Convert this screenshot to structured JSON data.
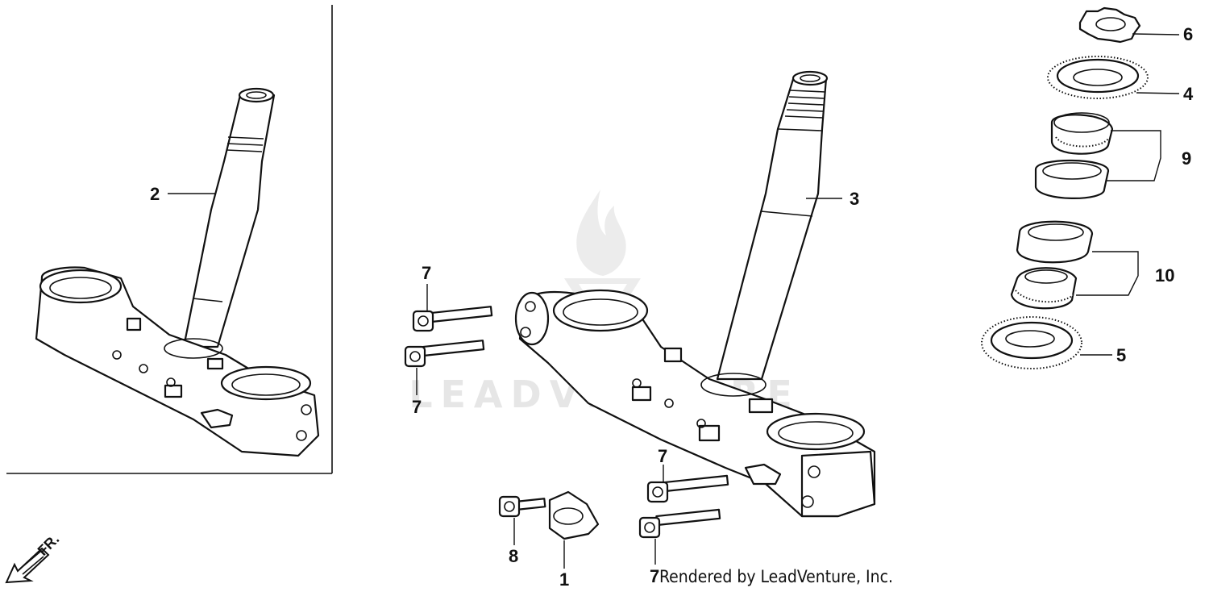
{
  "diagram": {
    "callouts": [
      {
        "id": "c2",
        "label": "2"
      },
      {
        "id": "c3",
        "label": "3"
      },
      {
        "id": "c6",
        "label": "6"
      },
      {
        "id": "c4",
        "label": "4"
      },
      {
        "id": "c9",
        "label": "9"
      },
      {
        "id": "c10",
        "label": "10"
      },
      {
        "id": "c5",
        "label": "5"
      },
      {
        "id": "c7a",
        "label": "7"
      },
      {
        "id": "c7b",
        "label": "7"
      },
      {
        "id": "c7c",
        "label": "7"
      },
      {
        "id": "c7d",
        "label": "7"
      },
      {
        "id": "c8",
        "label": "8"
      },
      {
        "id": "c1",
        "label": "1"
      }
    ],
    "front_marker": "FR.",
    "watermark": "LEADVENTURE",
    "credit": "Rendered by LeadVenture, Inc."
  }
}
